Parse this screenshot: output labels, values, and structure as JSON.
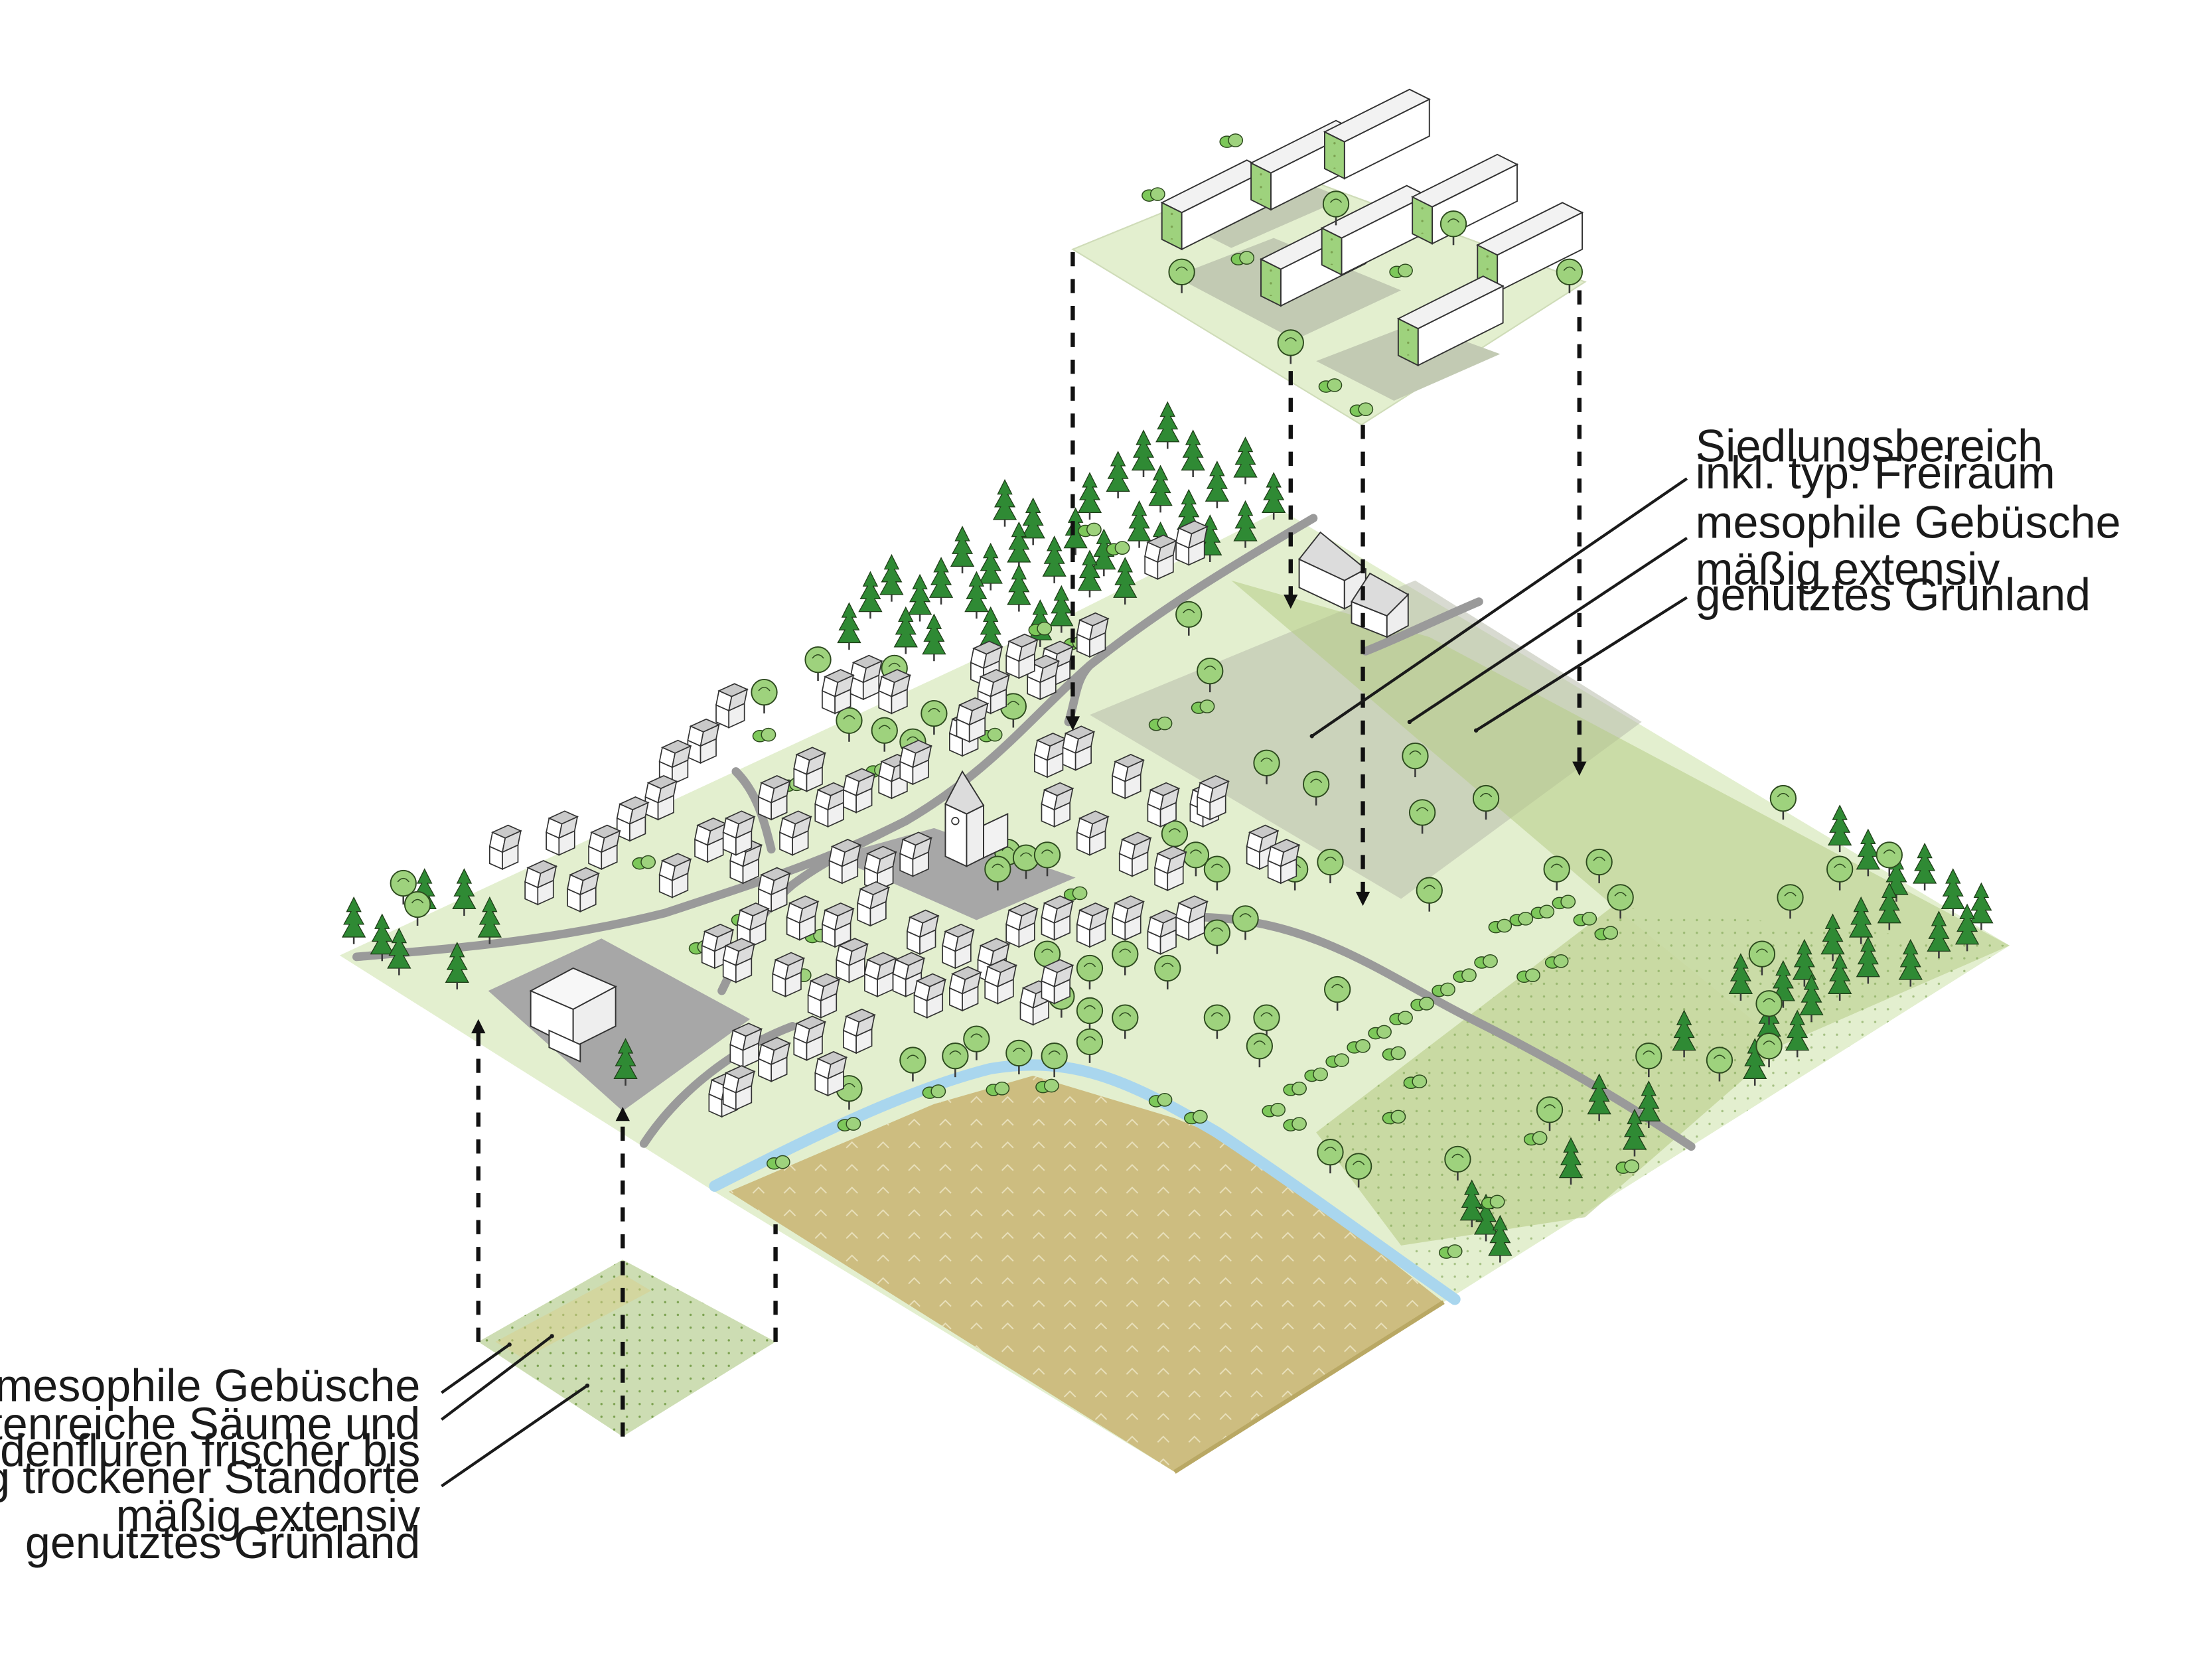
{
  "colors": {
    "ground": "#e3efcf",
    "forest_tree": "#2f8a34",
    "tree_light": "#9ed27d",
    "tree_outline": "#2d4a1e",
    "house_wall": "#ffffff",
    "house_roof": "#dcdcdc",
    "village_square": "#a7a7a7",
    "road": "#9a9a9a",
    "river": "#a9d6ee",
    "field": "#cdbd80",
    "field_dark": "#b9a864",
    "grassland_band": "#b7cc86",
    "settlement_zone": "#c9cbbd",
    "legend_patch": "#bcd29a",
    "label_text": "#1a1a1a",
    "arrow": "#111111"
  },
  "labels_right": {
    "siedlung_line1": "Siedlungsbereich",
    "siedlung_line2": "inkl. typ. Freiraum",
    "gebuesche": "mesophile Gebüsche",
    "gruenland_line1": "mäßig extensiv",
    "gruenland_line2": "genutztes Grünland"
  },
  "labels_left": {
    "gebuesche": "mesophile Gebüsche",
    "saeume_line1": "artenreiche Säume und",
    "saeume_line2": "Staudenfluren frischer bis",
    "saeume_line3": "mäßig trockener Standorte",
    "gruenland_line1": "mäßig extensiv",
    "gruenland_line2": "genutztes Grünland"
  },
  "icons": {
    "conifer": "conifer-tree-icon",
    "deciduous": "deciduous-tree-icon",
    "house": "house-icon",
    "church": "church-icon",
    "apartment_block": "apartment-block-icon",
    "bush": "bush-icon"
  }
}
